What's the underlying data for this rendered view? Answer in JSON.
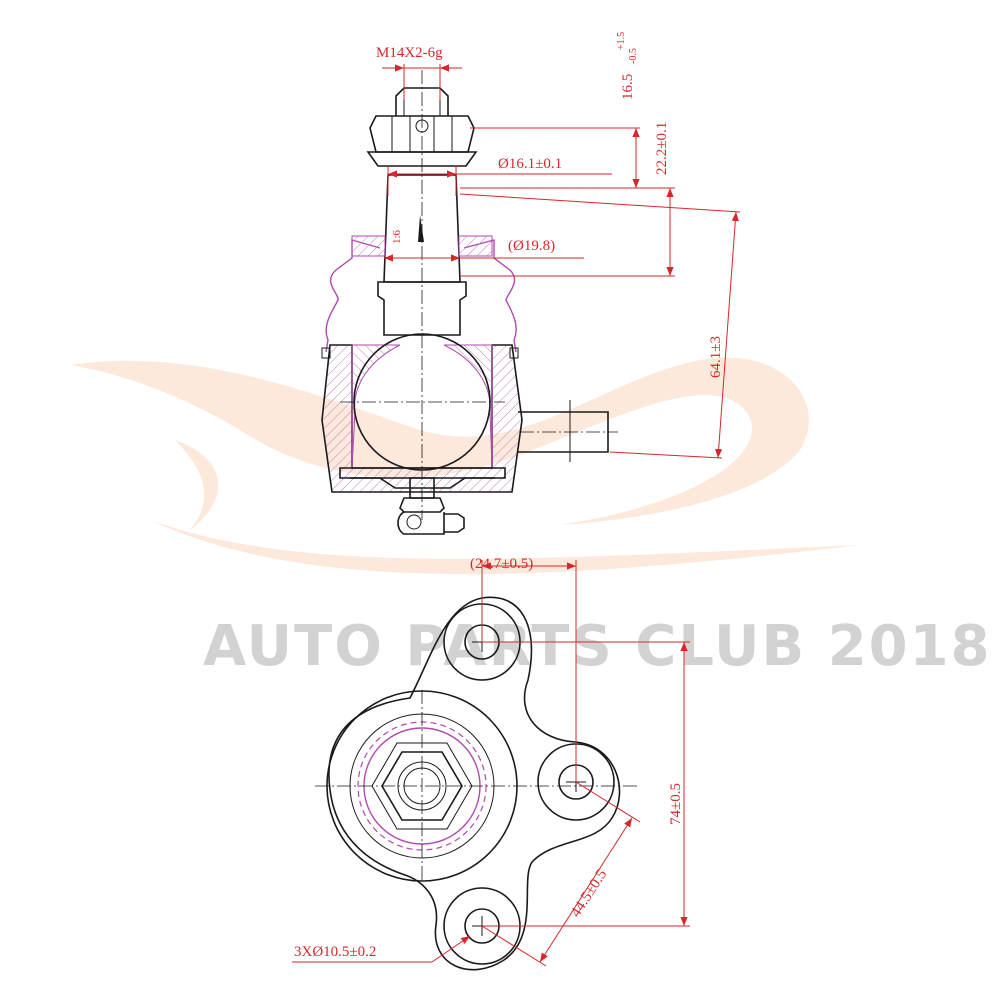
{
  "watermark": {
    "text": "AUTO PARTS CLUB 2018",
    "swoosh_color": "#fbe2cf",
    "text_color": "#d2d2d2"
  },
  "colors": {
    "dimension": "#d8262a",
    "outline": "#1a1a1a",
    "section_hatch": "#b04ab0",
    "background": "#ffffff"
  },
  "side_view": {
    "thread_label": "M14X2-6g",
    "height_label": "16.5",
    "height_tol_upper": "+1.5",
    "height_tol_lower": "-0.5",
    "stud_diameter_label": "Ø16.1±0.1",
    "taper_height_label": "22.2±0.1",
    "taper_ratio_label": "1:6",
    "ref_diameter_label": "(Ø19.8)",
    "overall_length_label": "64.1±3"
  },
  "top_view": {
    "hole_spacing_label": "(24.7±0.5)",
    "vertical_spacing_label": "74±0.5",
    "diagonal_spacing_label": "44.5±0.5",
    "hole_label": "3XØ10.5±0.2"
  }
}
